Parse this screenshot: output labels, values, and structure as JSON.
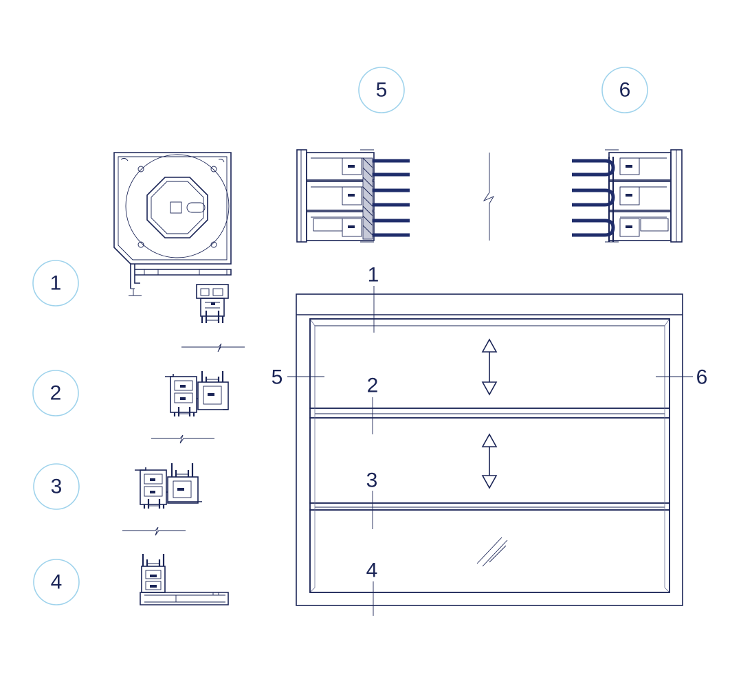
{
  "callouts": {
    "c1": "1",
    "c2": "2",
    "c3": "3",
    "c4": "4",
    "c5": "5",
    "c6": "6"
  },
  "elevation_labels": {
    "top": "1",
    "mid_upper": "2",
    "mid_lower": "3",
    "bottom": "4",
    "left": "5",
    "right": "6"
  },
  "colors": {
    "line": "#1a2456",
    "callout_ring": "#9fd3ec",
    "glazing_bar": "#1f2d6b"
  }
}
